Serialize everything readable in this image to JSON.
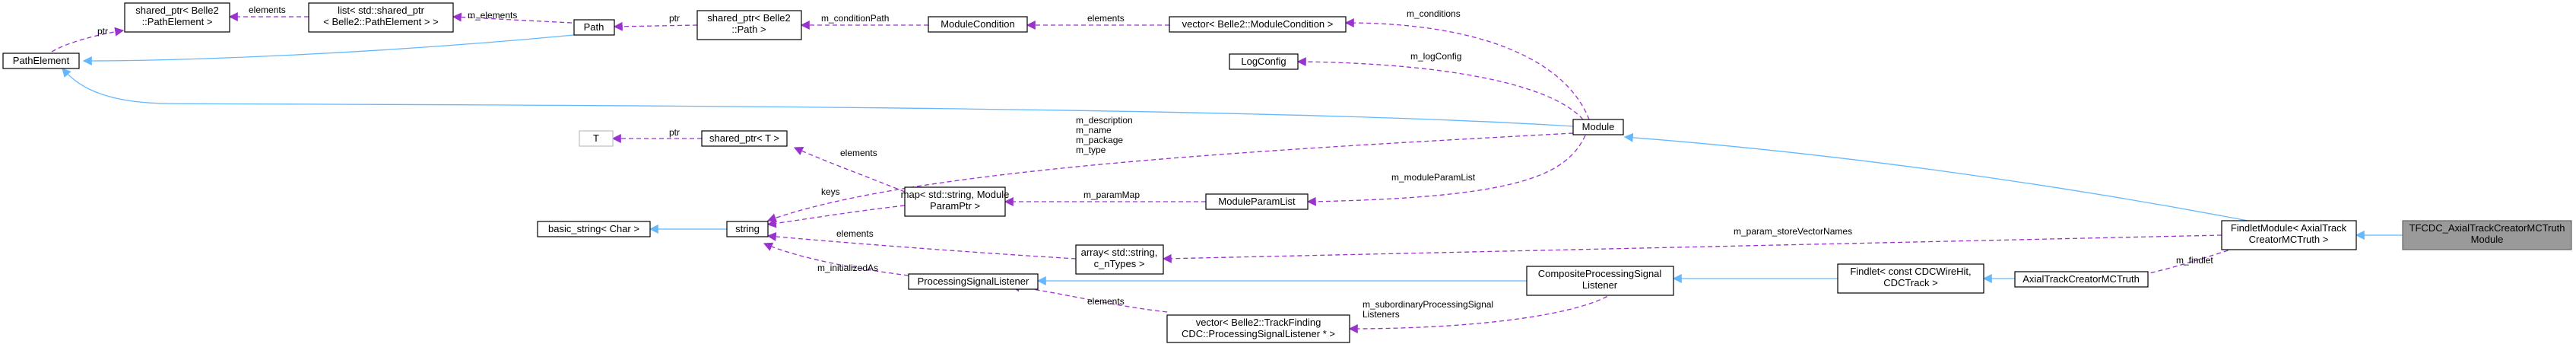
{
  "nodes": {
    "tfcdc": [
      "TFCDC_AxialTrackCreatorMCTruth",
      "Module"
    ],
    "findlet_module": [
      "FindletModule< AxialTrack",
      "CreatorMCTruth >"
    ],
    "axial_mc": [
      "AxialTrackCreatorMCTruth"
    ],
    "findlet": [
      "Findlet< const CDCWireHit,",
      "CDCTrack >"
    ],
    "composite": [
      "CompositeProcessingSignal",
      "Listener"
    ],
    "psl": [
      "ProcessingSignalListener"
    ],
    "vec_psl": [
      "vector< Belle2::TrackFinding",
      "CDC::ProcessingSignalListener * >"
    ],
    "module": [
      "Module"
    ],
    "logconfig": [
      "LogConfig"
    ],
    "vec_modcond": [
      "vector< Belle2::ModuleCondition >"
    ],
    "modcond": [
      "ModuleCondition"
    ],
    "shared_path": [
      "shared_ptr< Belle2",
      "::Path >"
    ],
    "path": [
      "Path"
    ],
    "list_shared": [
      "list< std::shared_ptr",
      "< Belle2::PathElement > >"
    ],
    "shared_pe": [
      "shared_ptr< Belle2",
      "::PathElement >"
    ],
    "pathelement": [
      "PathElement"
    ],
    "modparamlist": [
      "ModuleParamList"
    ],
    "map": [
      "map< std::string, Module",
      "ParamPtr >"
    ],
    "shared_t": [
      "shared_ptr< T >"
    ],
    "t": [
      "T"
    ],
    "string": [
      "string"
    ],
    "basic_string": [
      "basic_string< Char >"
    ],
    "array": [
      "array< std::string,",
      "c_nTypes >"
    ]
  },
  "edge_labels": {
    "m_conditions": [
      "m_conditions"
    ],
    "elements_cond": [
      "elements"
    ],
    "m_conditionPath": [
      "m_conditionPath"
    ],
    "ptr_path": [
      "ptr"
    ],
    "m_elements": [
      "m_elements"
    ],
    "elements_list": [
      "elements"
    ],
    "ptr_pe": [
      "ptr"
    ],
    "m_logConfig": [
      "m_logConfig"
    ],
    "module_strings": [
      "m_description",
      "m_name",
      "m_package",
      "m_type"
    ],
    "ptr_t": [
      "ptr"
    ],
    "elements_map": [
      "elements"
    ],
    "keys": [
      "keys"
    ],
    "m_paramMap": [
      "m_paramMap"
    ],
    "m_moduleParamList": [
      "m_moduleParamList"
    ],
    "elements_array": [
      "elements"
    ],
    "m_param_storeVectorNames": [
      "m_param_storeVectorNames"
    ],
    "m_findlet": [
      "m_findlet"
    ],
    "m_initializedAs": [
      "m_initializedAs"
    ],
    "elements_vec": [
      "elements"
    ],
    "m_subordinary": [
      "m_subordinaryProcessingSignal",
      "Listeners"
    ]
  }
}
